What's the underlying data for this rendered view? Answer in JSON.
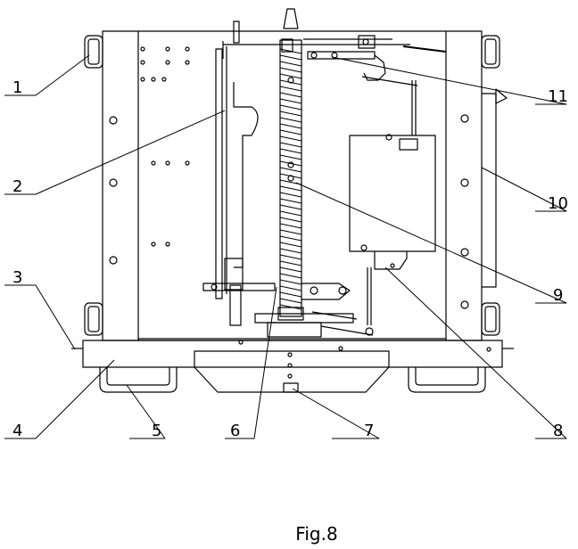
{
  "caption": "Fig.8",
  "labels": {
    "l1": "1",
    "l2": "2",
    "l3": "3",
    "l4": "4",
    "l5": "5",
    "l6": "6",
    "l7": "7",
    "l8": "8",
    "l9": "9",
    "l10": "10",
    "l11": "11"
  },
  "colors": {
    "line": "#000000",
    "background": "#ffffff"
  }
}
